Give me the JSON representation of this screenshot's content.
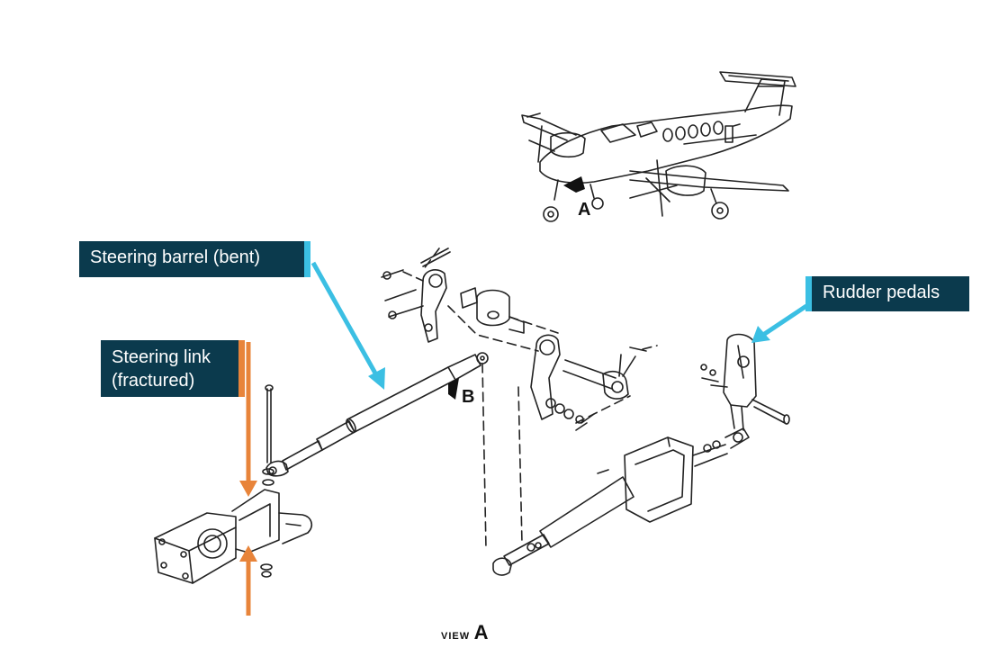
{
  "callouts": {
    "steering_barrel": "Steering barrel (bent)",
    "steering_link_line1": "Steering link",
    "steering_link_line2": "(fractured)",
    "rudder_pedals": "Rudder pedals"
  },
  "markers": {
    "aircraft_view_arrow": "A",
    "detail_arrow": "B"
  },
  "view_label": {
    "prefix": "VIEW",
    "letter": "A"
  },
  "colors": {
    "callout_bg": "#0b3a4d",
    "blue_arrow": "#3bbfe3",
    "orange_arrow": "#e8843a",
    "line_art": "#222222"
  }
}
